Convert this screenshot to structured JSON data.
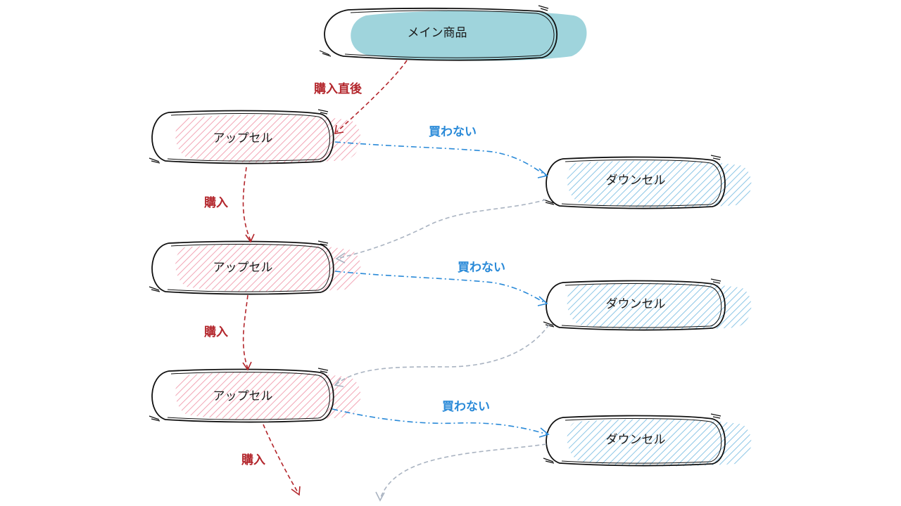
{
  "colors": {
    "main_fill": "#9fd4dc",
    "upsell_fill": "#f2a5b5",
    "downsell_fill": "#8cc6e6",
    "purchase_arrow": "#b3262c",
    "decline_arrow": "#2a8ad8",
    "return_arrow": "#a9b3c1",
    "outline": "#111111"
  },
  "nodes": {
    "main": {
      "label": "メイン商品"
    },
    "upsell_1": {
      "label": "アップセル"
    },
    "upsell_2": {
      "label": "アップセル"
    },
    "upsell_3": {
      "label": "アップセル"
    },
    "downsell_1": {
      "label": "ダウンセル"
    },
    "downsell_2": {
      "label": "ダウンセル"
    },
    "downsell_3": {
      "label": "ダウンセル"
    }
  },
  "edges": {
    "main_to_upsell_1": {
      "label": "購入直後"
    },
    "upsell_1_to_upsell_2": {
      "label": "購入"
    },
    "upsell_2_to_upsell_3": {
      "label": "購入"
    },
    "upsell_3_onward": {
      "label": "購入"
    },
    "upsell_1_to_downsell_1": {
      "label": "買わない"
    },
    "upsell_2_to_downsell_2": {
      "label": "買わない"
    },
    "upsell_3_to_downsell_3": {
      "label": "買わない"
    }
  }
}
